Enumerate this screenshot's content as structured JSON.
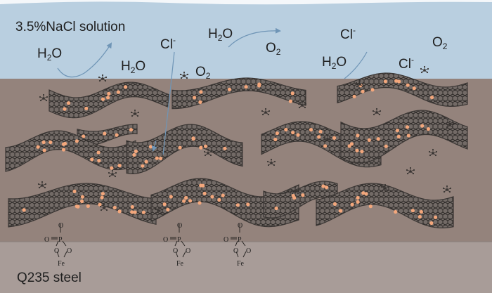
{
  "solution_label": "3.5%NaCl solution",
  "substrate_label": "Q235 steel",
  "species": {
    "water": "H",
    "water_sub": "2",
    "water_tail": "O",
    "oxygen": "O",
    "oxygen_sub": "2",
    "chloride": "Cl",
    "chloride_sup": "-"
  },
  "phosphate_atoms": [
    "O",
    "P",
    "O",
    "O",
    "Fe"
  ],
  "colors": {
    "solution": "#b9cfe0",
    "coating": "#94837c",
    "steel": "#a89c98",
    "graphene": "#3a3634",
    "particle": "#f3a77c",
    "arrow": "#6f95b6"
  }
}
